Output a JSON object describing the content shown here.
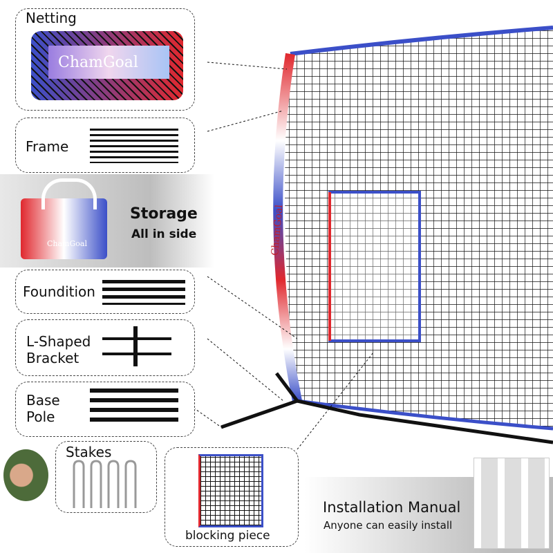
{
  "brand": "ChamGoal",
  "parts": {
    "netting": "Netting",
    "frame": "Frame",
    "storage_title": "Storage",
    "storage_sub": "All in side",
    "foundation": "Foundition",
    "bracket_line1": "L-Shaped",
    "bracket_line2": "Bracket",
    "base_line1": "Base",
    "base_line2": "Pole",
    "stakes": "Stakes",
    "blocking_piece": "blocking piece"
  },
  "manual": {
    "title": "Installation Manual",
    "subtitle": "Anyone can easily install"
  },
  "colors": {
    "red": "#e0282e",
    "blue": "#3b4fc8",
    "white": "#ffffff"
  }
}
